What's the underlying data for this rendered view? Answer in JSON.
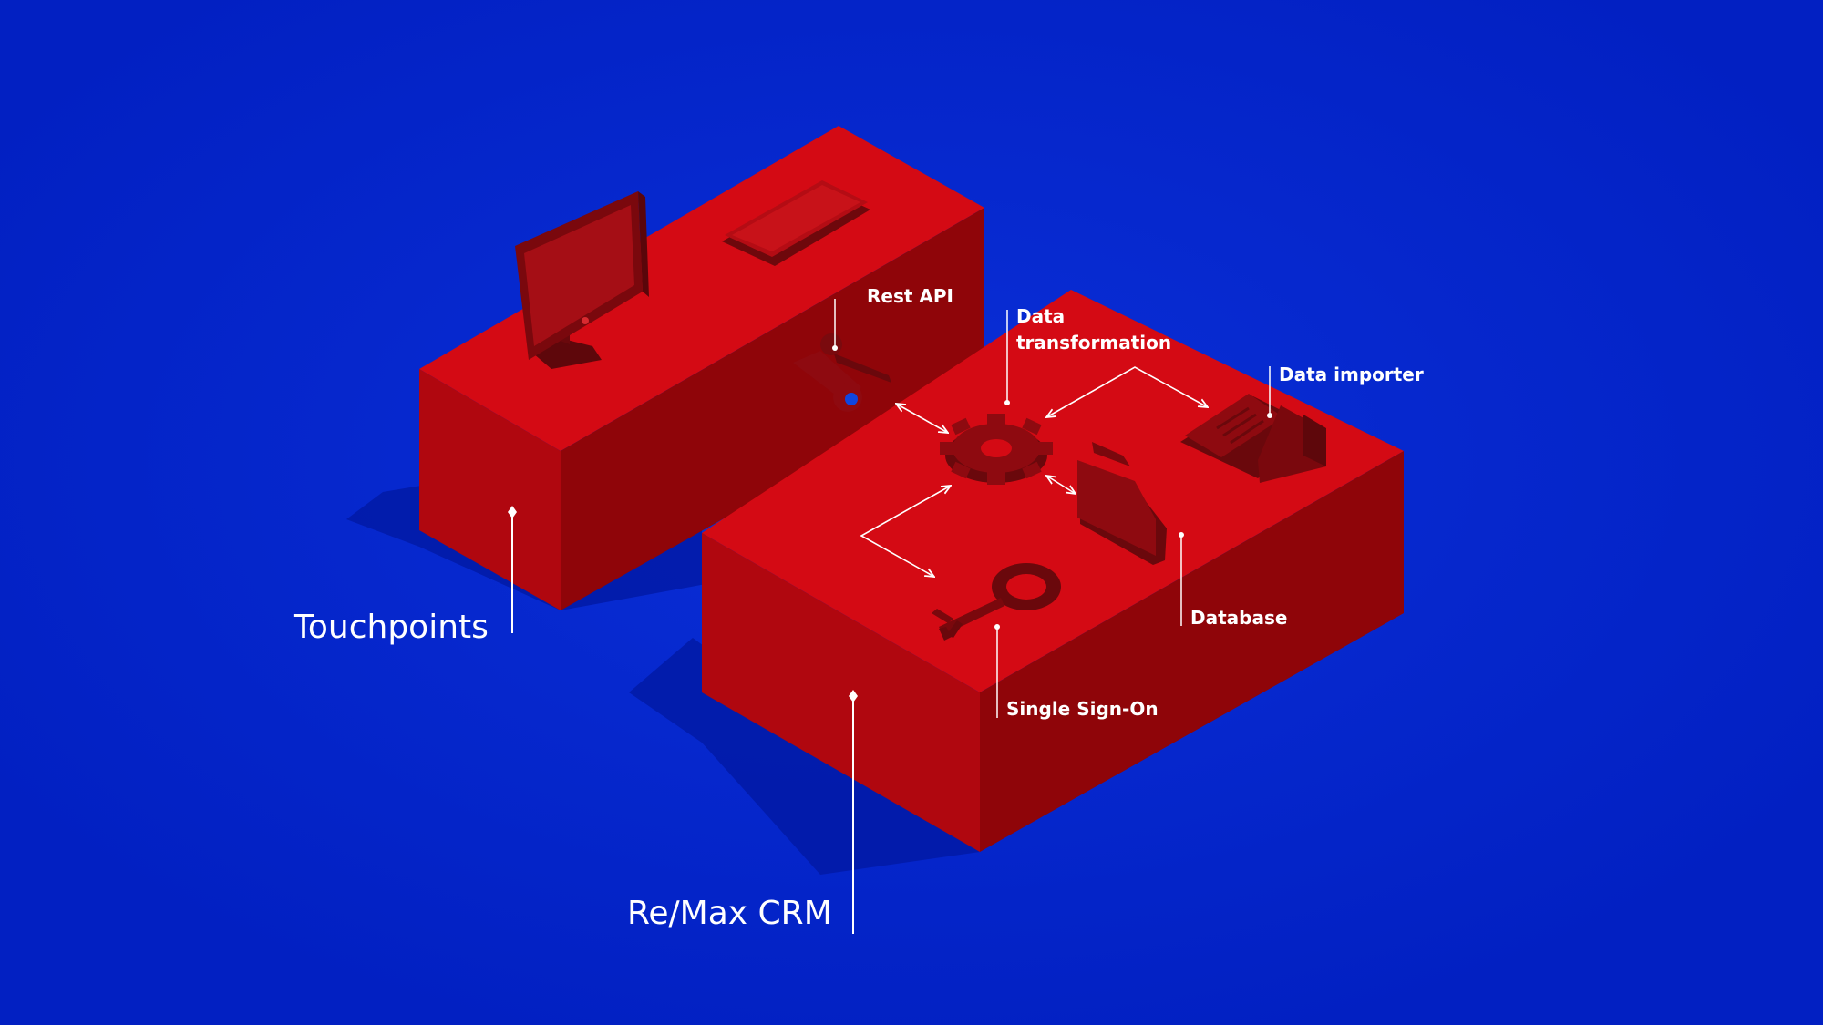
{
  "diagram": {
    "groups": [
      {
        "id": "touchpoints",
        "label": "Touchpoints"
      },
      {
        "id": "crm",
        "label": "Re/Max CRM"
      }
    ],
    "components": [
      {
        "id": "rest-api",
        "label": "Rest API",
        "icon": "wrench-screwdriver-icon"
      },
      {
        "id": "data-transformation",
        "label_lines": [
          "Data",
          "transformation"
        ],
        "icon": "gear-icon"
      },
      {
        "id": "data-importer",
        "label": "Data importer",
        "icon": "importer-tray-icon"
      },
      {
        "id": "database",
        "label": "Database",
        "icon": "folder-icon"
      },
      {
        "id": "sso",
        "label": "Single Sign-On",
        "icon": "key-icon"
      }
    ],
    "devices": [
      {
        "id": "monitor",
        "icon": "monitor-icon"
      },
      {
        "id": "phone",
        "icon": "phone-icon"
      }
    ],
    "colors": {
      "background": "#0222c8",
      "block_top": "#d40a14",
      "block_left": "#b0070f",
      "block_right": "#8f0509",
      "object": "#8e0a10",
      "lines": "#ffffff"
    }
  }
}
